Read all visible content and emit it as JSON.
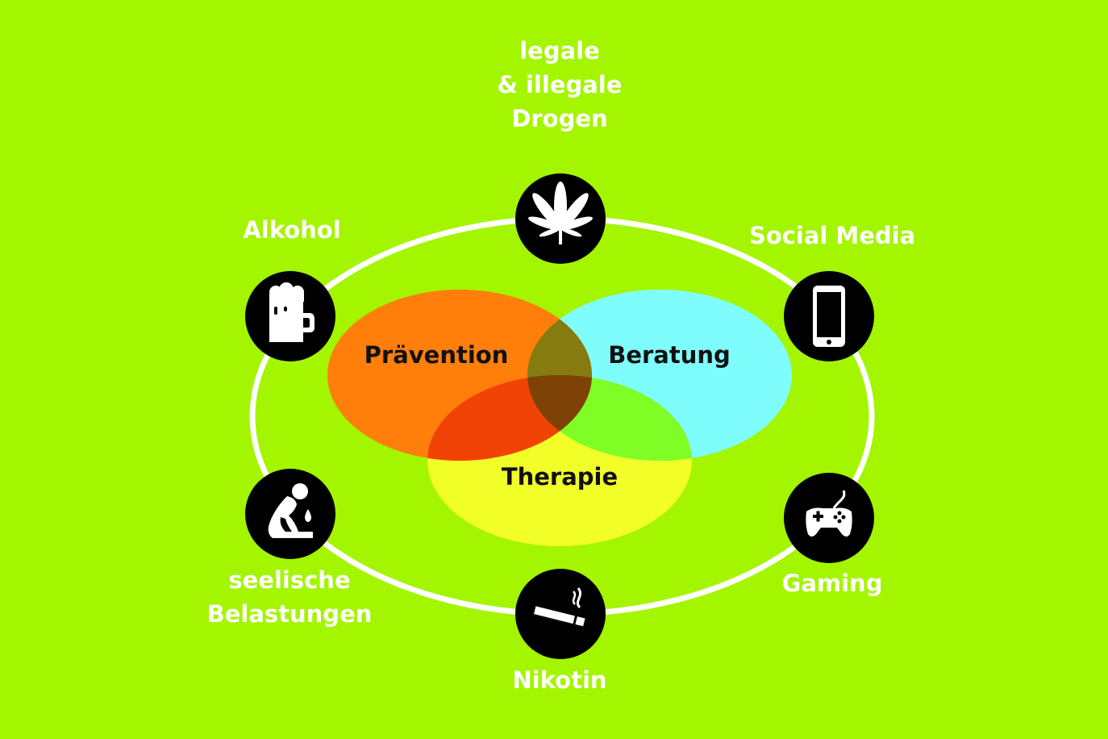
{
  "colors": {
    "background": "#a4f500",
    "ring": "#ffffff",
    "icon_circle": "#000000",
    "icon_glyph": "#ffffff",
    "praevention": "#ff7f0a",
    "beratung": "#7ffdfd",
    "therapie": "#f1fe27",
    "overlap_praevention_beratung": "#857b0e",
    "overlap_praevention_therapie": "#f24307",
    "overlap_beratung_therapie": "#7efe24",
    "overlap_all": "#7e4106"
  },
  "topics": [
    {
      "id": "drogen",
      "lines": [
        "legale",
        "& illegale",
        "Drogen"
      ],
      "icon": "cannabis-leaf-icon"
    },
    {
      "id": "social",
      "lines": [
        "Social Media"
      ],
      "icon": "smartphone-icon"
    },
    {
      "id": "gaming",
      "lines": [
        "Gaming"
      ],
      "icon": "gamepad-icon"
    },
    {
      "id": "nikotin",
      "lines": [
        "Nikotin"
      ],
      "icon": "cigarette-icon"
    },
    {
      "id": "seelisch",
      "lines": [
        "seelische",
        "Belastungen"
      ],
      "icon": "distressed-person-icon"
    },
    {
      "id": "alkohol",
      "lines": [
        "Alkohol"
      ],
      "icon": "beer-mug-icon"
    }
  ],
  "venn": {
    "praevention": "Prävention",
    "beratung": "Beratung",
    "therapie": "Therapie"
  }
}
